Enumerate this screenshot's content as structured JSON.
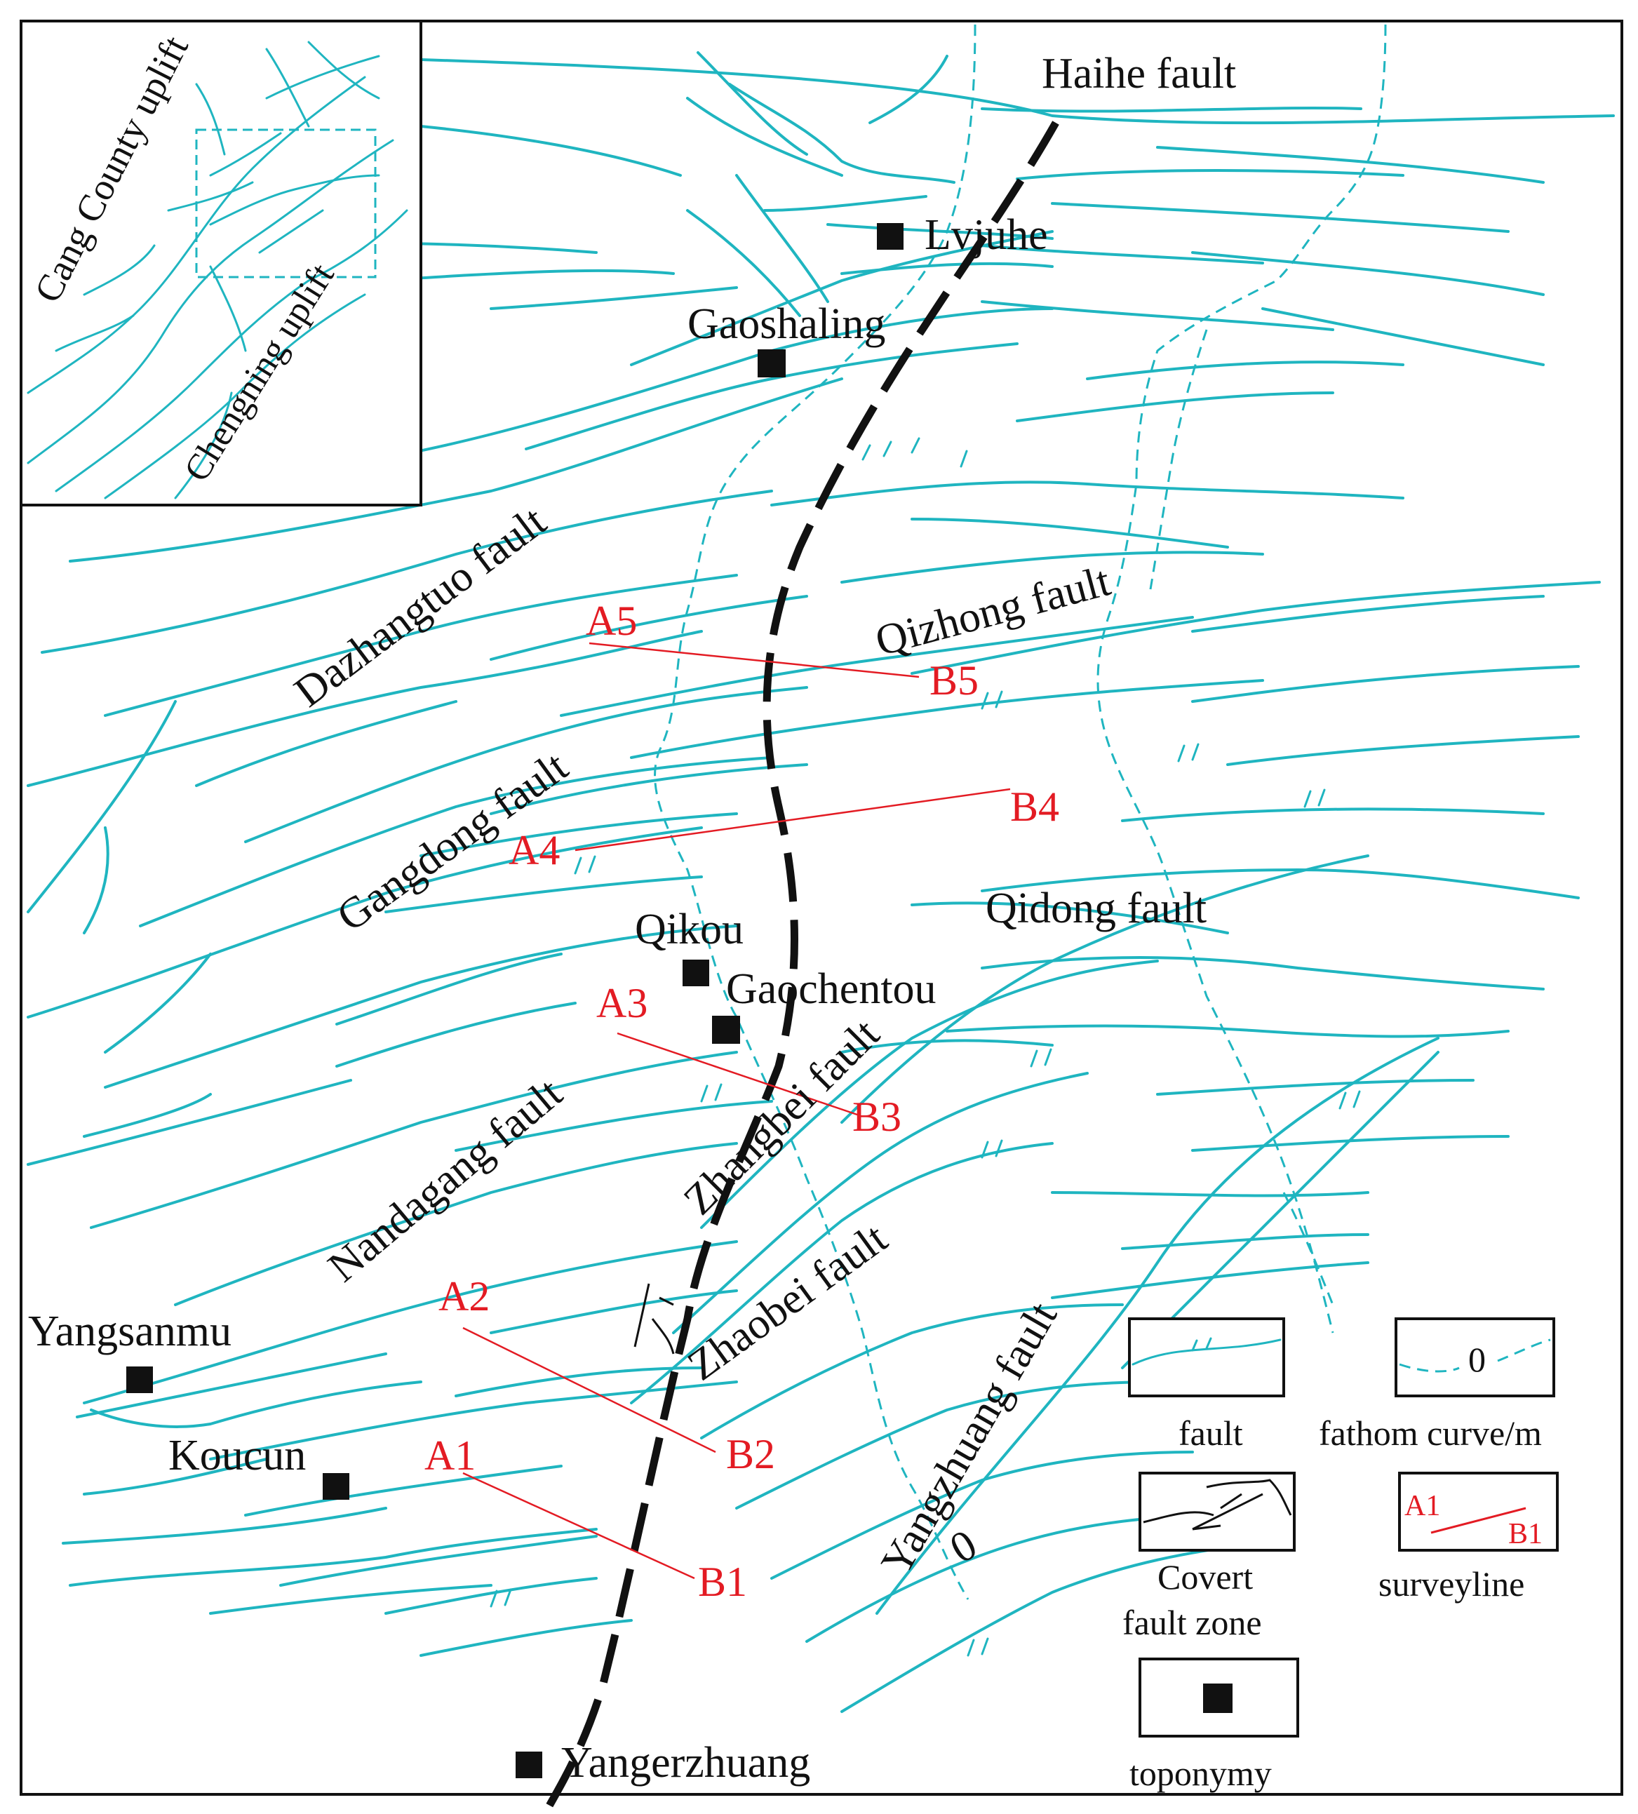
{
  "colors": {
    "fault": "#1fb5c0",
    "surveyline": "#e31b23",
    "text": "#111111",
    "covert_fault": "#111111",
    "background": "#ffffff"
  },
  "inset": {
    "labels": [
      "Cang County uplift",
      "Chengning uplift"
    ]
  },
  "faults": [
    "Haihe fault",
    "Qizhong fault",
    "Dazhangtuo fault",
    "Gangdong fault",
    "Qidong fault",
    "Zhangbei fault",
    "Nandagang fault",
    "Zhaobei fault",
    "Yangzhuang fault"
  ],
  "places": [
    "Lvjuhe",
    "Gaoshaling",
    "Qikou",
    "Gaochentou",
    "Yangsanmu",
    "Koucun",
    "Yangerzhuang"
  ],
  "surveylines": [
    {
      "a": "A1",
      "b": "B1"
    },
    {
      "a": "A2",
      "b": "B2"
    },
    {
      "a": "A3",
      "b": "B3"
    },
    {
      "a": "A4",
      "b": "B4"
    },
    {
      "a": "A5",
      "b": "B5"
    }
  ],
  "fathom_value": "0",
  "legend": {
    "fault": "fault",
    "fathom_curve": "fathom curve/m",
    "fathom_symbol_value": "0",
    "covert_line1": "Covert",
    "covert_line2": "fault zone",
    "surveyline": "surveyline",
    "surveyline_sample_a": "A1",
    "surveyline_sample_b": "B1",
    "toponymy": "toponymy"
  }
}
